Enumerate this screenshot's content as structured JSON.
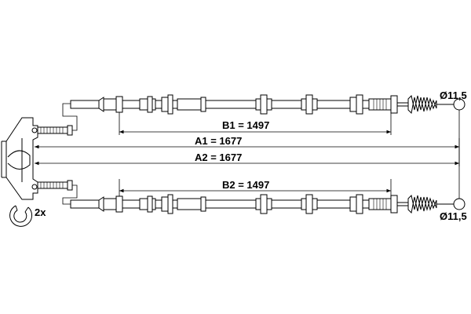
{
  "dimensions": {
    "b1": "B1 = 1497",
    "a1": "A1 = 1677",
    "a2": "A2 = 1677",
    "b2": "B2 = 1497",
    "diameter_top": "Ø11,5",
    "diameter_bottom": "Ø11,5"
  },
  "clip": {
    "quantity": "2x",
    "icon": "retaining-clip-icon"
  }
}
